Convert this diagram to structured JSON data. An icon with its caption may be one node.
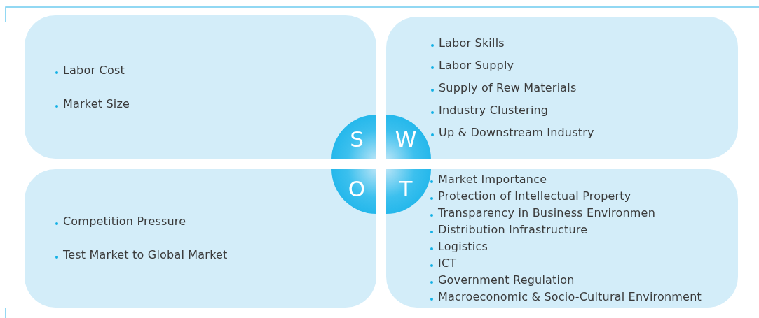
{
  "diagram": {
    "nodes": [
      {
        "text": [
          "Labor Cost",
          "Market Size"
        ]
      },
      {
        "text": [
          "Labor Skills",
          "Labor Supply",
          "Supply of Rew Materials",
          "Industry Clustering",
          "Up & Downstream Industry"
        ]
      },
      {
        "text": [
          "Competition Pressure",
          "Test Market to Global Market"
        ]
      },
      {
        "text": [
          "Market Importance",
          "Protection of Intellectual Property",
          "Transparency in Business Environmen",
          "Distribution Infrastructure",
          "Logistics",
          "ICT",
          "Government Regulation",
          "Macroeconomic & Socio-Cultural Environment"
        ]
      },
      {
        "text": [
          "S"
        ],
        "in": 0
      },
      {
        "text": [
          "W"
        ],
        "in": 1
      },
      {
        "text": [
          "O"
        ],
        "in": 2
      },
      {
        "text": [
          "T"
        ],
        "in": 3
      }
    ]
  }
}
